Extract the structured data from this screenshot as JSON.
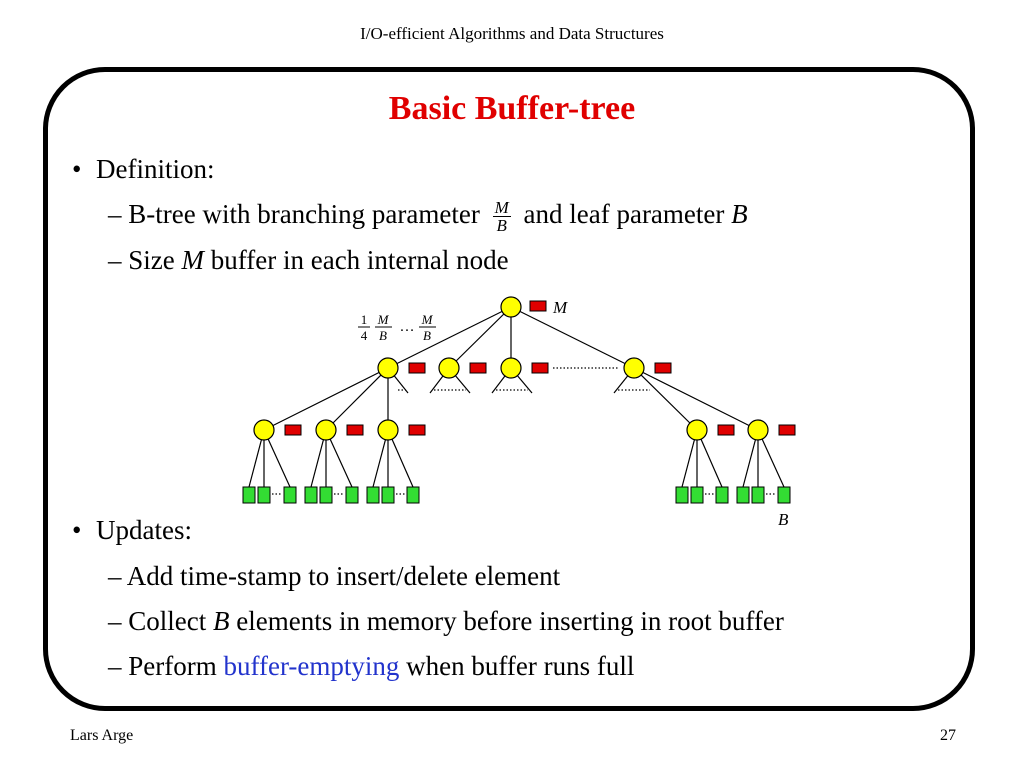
{
  "header": {
    "course_title": "I/O-efficient Algorithms and Data Structures"
  },
  "slide": {
    "title": "Basic Buffer-tree",
    "bullets": {
      "definition": {
        "label": "Definition:",
        "sub1_pre": "– B-tree with branching parameter",
        "sub1_frac_num": "M",
        "sub1_frac_den": "B",
        "sub1_mid": "and leaf parameter",
        "sub1_var": "B",
        "sub2_pre": "– Size",
        "sub2_var": "M",
        "sub2_post": "buffer in each internal node"
      },
      "updates": {
        "label": "Updates:",
        "sub1": "– Add time-stamp to insert/delete element",
        "sub2_pre": "– Collect",
        "sub2_var": "B",
        "sub2_post": "elements in memory before inserting in root buffer",
        "sub3_pre": "– Perform",
        "sub3_link": "buffer-emptying",
        "sub3_post": "when buffer runs full"
      }
    },
    "diagram": {
      "root_buffer_label": "M",
      "leaf_size_label": "B",
      "fan_out_label": {
        "quarter_num": "1",
        "quarter_den": "4",
        "m": "M",
        "b": "B",
        "ellipsis": "…"
      },
      "colors": {
        "node": "#ffff00",
        "buffer": "#e00000",
        "leaf": "#33dd33"
      }
    }
  },
  "footer": {
    "author": "Lars Arge",
    "page_number": "27"
  }
}
